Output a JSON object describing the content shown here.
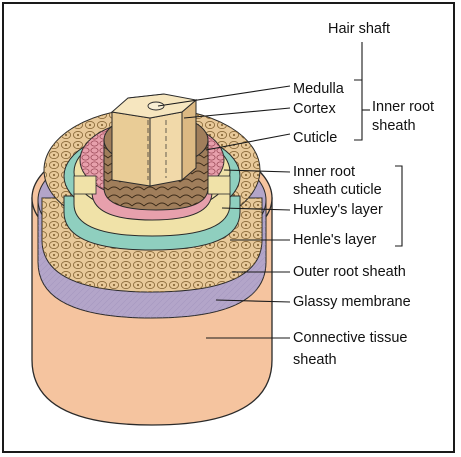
{
  "labels": {
    "hair_shaft": "Hair shaft",
    "medulla": "Medulla",
    "cortex": "Cortex",
    "cuticle": "Cuticle",
    "inner_root_sheath_group_1": "Inner root",
    "inner_root_sheath_group_2": "sheath",
    "inner_root_sheath_cuticle_1": "Inner root",
    "inner_root_sheath_cuticle_2": "sheath cuticle",
    "huxleys_layer": "Huxley's layer",
    "henles_layer": "Henle's layer",
    "outer_root_sheath": "Outer root sheath",
    "glassy_membrane": "Glassy membrane",
    "connective_tissue_sheath_1": "Connective tissue",
    "connective_tissue_sheath_2": "sheath"
  },
  "colors": {
    "connective_tissue": "#f5c49f",
    "glassy_membrane": "#b3a5c9",
    "outer_root_sheath": "#e8c99a",
    "henles_layer": "#8fcfbf",
    "huxleys_layer": "#f0e2a8",
    "inner_root_cuticle": "#e7a0ac",
    "hair_cuticle": "#a07e5b",
    "cortex": "#f1d9a9",
    "outline": "#2a2a2a"
  }
}
